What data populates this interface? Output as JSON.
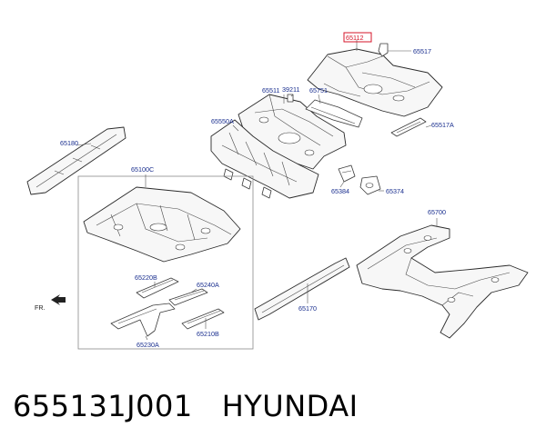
{
  "diagram": {
    "label_color": "#1a2f8f",
    "highlight_color": "#d6162a",
    "labels": {
      "p65112": "65112",
      "p65517": "65517",
      "p65511": "65511",
      "p39211": "39211",
      "p65751": "65751",
      "p65550A": "65550A",
      "p65517A": "65517A",
      "p65180": "65180",
      "p65100C": "65100C",
      "p65384": "65384",
      "p65374": "65374",
      "p65700": "65700",
      "p65220B": "65220B",
      "p65240A": "65240A",
      "p65230A": "65230A",
      "p65210B": "65210B",
      "p65170": "65170",
      "fr": "FR."
    },
    "highlighted_part": "65112"
  },
  "caption": {
    "part_number": "655131J001",
    "brand": "HYUNDAI"
  }
}
